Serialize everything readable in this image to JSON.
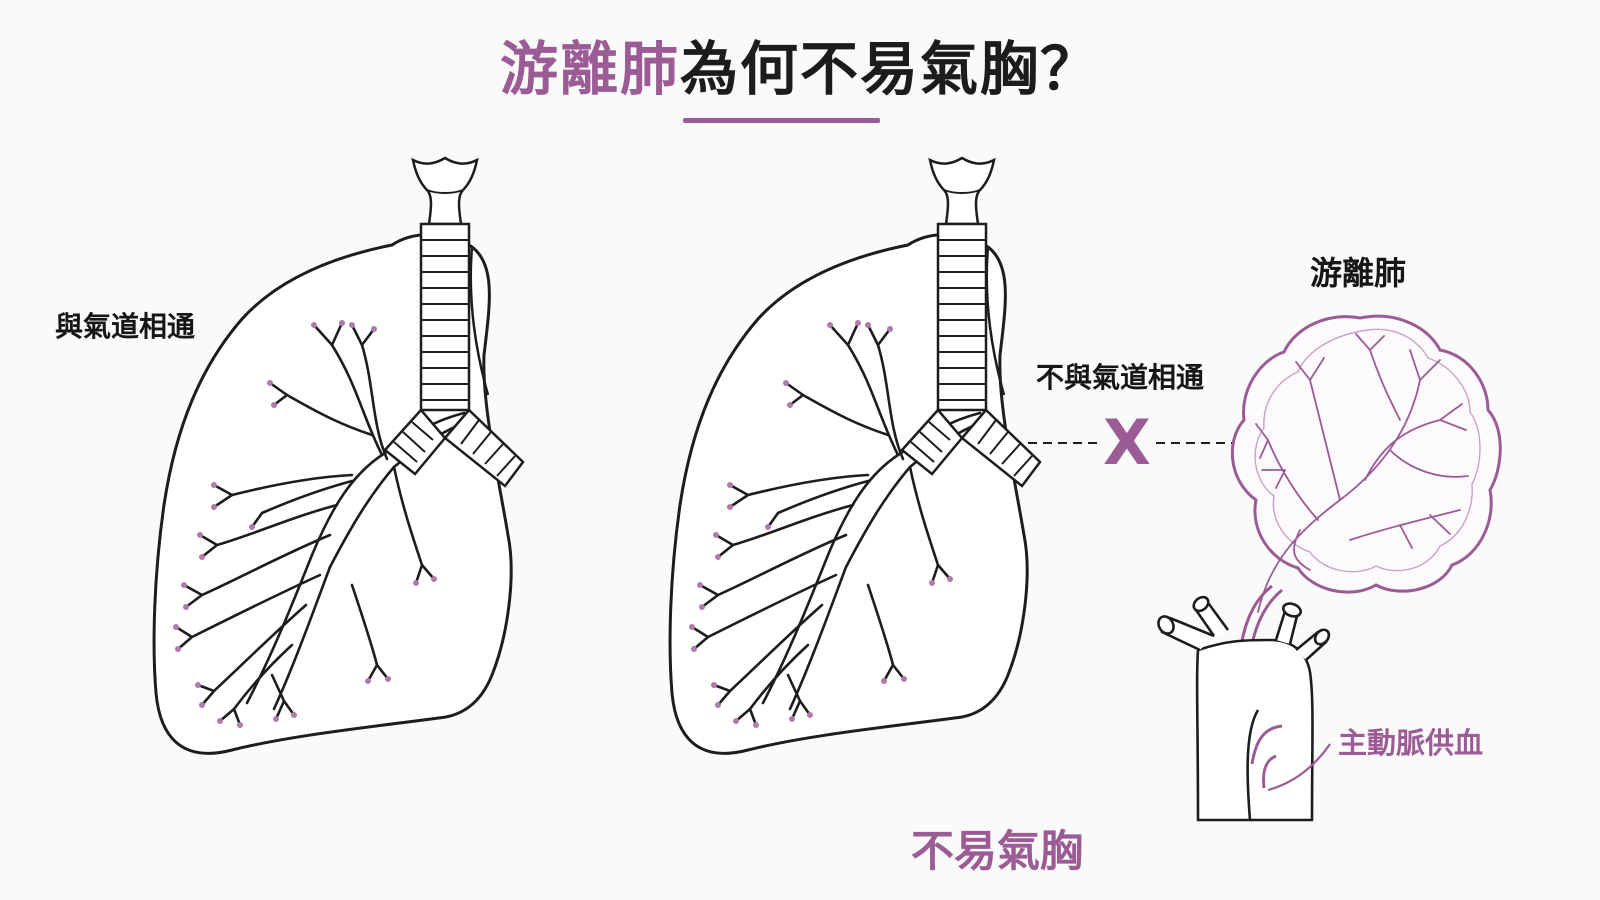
{
  "title": {
    "accent": "游離肺",
    "rest": "為何不易氣胸？"
  },
  "labels": {
    "left_connected": "與氣道相通",
    "right_not_connected": "不與氣道相通",
    "sequestration": "游離肺",
    "aortic_supply": "主動脈供血",
    "result": "不易氣胸",
    "blocked_mark": "X"
  },
  "colors": {
    "accent": "#9b5b95",
    "ink": "#1c1c1c",
    "background": "#fbfafa"
  },
  "icons": {
    "left_lung": "lung-with-airway",
    "right_lung": "lung-with-airway",
    "sequestration": "sequestered-lung-lobe",
    "aorta": "aortic-arch-vessel"
  }
}
